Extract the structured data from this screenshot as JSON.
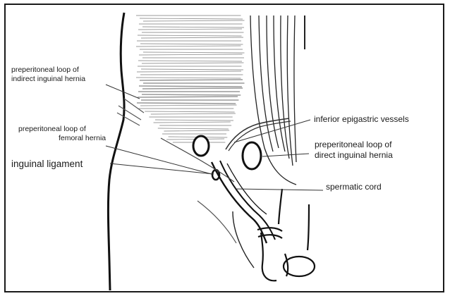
{
  "labels": {
    "indirect_hernia": [
      "preperitoneal loop of",
      "indirect inguinal hernia"
    ],
    "femoral_hernia": [
      "preperitoneal loop of",
      "femoral hernia"
    ],
    "inguinal_ligament": "inguinal ligament",
    "inferior_epigastric": "inferior epigastric vessels",
    "direct_hernia": [
      "preperitoneal loop of",
      "direct inguinal hernia"
    ],
    "spermatic_cord": "spermatic cord"
  },
  "colors": {
    "ink": "#1a1a1a",
    "hatch": "#9a9a9a",
    "frame": "#1a1a1a"
  }
}
